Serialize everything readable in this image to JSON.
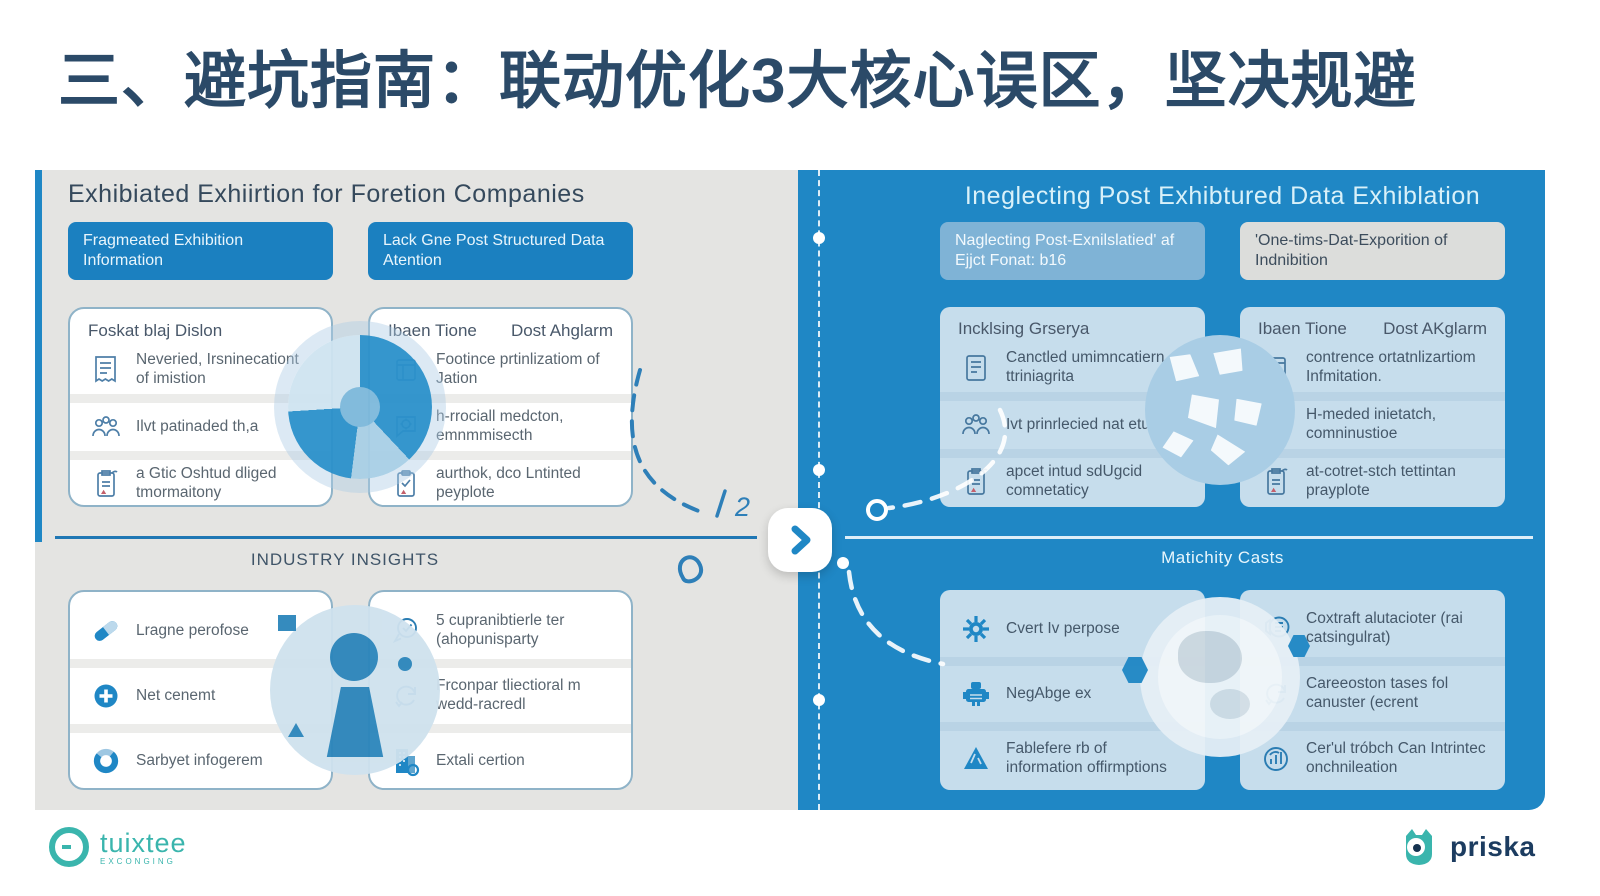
{
  "title": "三、避坑指南：联动优化3大核心误区，坚决规避",
  "colors": {
    "accent_blue": "#1f87c5",
    "panel_gray": "#e4e4e2",
    "title_navy": "#2b4a68",
    "logo_teal": "#3ab5ad",
    "logo_navy": "#1c3c60"
  },
  "left": {
    "heading": "Exhibiated Exhiirtion for Foretion Companies",
    "box1": "Fragmeated Exhibition Information",
    "box2": "Lack Gne Post Structured Data Atention",
    "divider": "INDUSTRY INSIGHTS",
    "cardA": {
      "title": "Foskat blaj Dislon",
      "items": [
        {
          "icon": "receipt-icon",
          "text": "Neveried, Irsninecationt of imistion"
        },
        {
          "icon": "group-icon",
          "text": "Ilvt patinaded th,a"
        },
        {
          "icon": "clipboard-warning-icon",
          "text": "a Gtic Oshtud dliged tmormaitony"
        }
      ]
    },
    "cardB": {
      "title_left": "Ibaen Tione",
      "title_right": "Dost Ahglarm",
      "items": [
        {
          "icon": "frame-icon",
          "text": "Footince prtinlizatiom of Jation"
        },
        {
          "icon": "chat-settings-icon",
          "text": "h-rrociall medcton, emnmmisecth"
        },
        {
          "icon": "clipboard-check-icon",
          "text": "aurthok, dco Lntinted peyplote"
        }
      ]
    },
    "cardC": {
      "items": [
        {
          "icon": "pill-icon",
          "text": "Lragne perofose"
        },
        {
          "icon": "plus-circle-icon",
          "text": "Net cenemt"
        },
        {
          "icon": "donut-chart-icon",
          "text": "Sarbyet infogerem"
        }
      ]
    },
    "cardD": {
      "items": [
        {
          "icon": "check-badge-icon",
          "text": "5 cupranibtierle ter (ahopunisparty"
        },
        {
          "icon": "refresh-icon",
          "text": "Frconpar tliectioral m wedd-racredl"
        },
        {
          "icon": "building-search-icon",
          "text": "Extali certion"
        }
      ]
    }
  },
  "right": {
    "heading": "Ineglecting Post Exhibtured Data Exhiblation",
    "box1": "Naglecting Post-Exnilslatied' af Ejjct Fonat: b16",
    "box2": "'One-tims-Dat-Exporition of Indnibition",
    "divider": "Matichity Casts",
    "cardE": {
      "title": "Incklsing Grserya",
      "items": [
        {
          "icon": "receipt-icon",
          "text": "Canctled umimncatiern ttriniagrita"
        },
        {
          "icon": "group-icon",
          "text": "Ivt prinrlecied nat eturecty"
        },
        {
          "icon": "clipboard-warning-icon",
          "text": "apcet intud sdUgcid comnetaticy"
        }
      ]
    },
    "cardF": {
      "title_left": "Ibaen Tione",
      "title_right": "Dost AKglarm",
      "items": [
        {
          "icon": "frame-icon",
          "text": "contrence ortatnlizartiom Infmitation."
        },
        {
          "icon": "chat-settings-icon",
          "text": "H-meded inietatch, comninustioe"
        },
        {
          "icon": "clipboard-warning-icon",
          "text": "at-cotret-stch tettintan prayplote"
        }
      ]
    },
    "cardG": {
      "items": [
        {
          "icon": "gear-icon",
          "text": "Cvert Iv perpose"
        },
        {
          "icon": "robot-icon",
          "text": "NegAbge ex"
        },
        {
          "icon": "mountain-icon",
          "text": "Fablefere rb of information offirmptions"
        }
      ]
    },
    "cardH": {
      "items": [
        {
          "icon": "megaphone-list-icon",
          "text": "Coxtraft alutacioter (rai catsingulrat)"
        },
        {
          "icon": "refresh-icon",
          "text": "Careeoston tases fol canuster (ecrent"
        },
        {
          "icon": "chart-circle-icon",
          "text": "Cer'ul tróbch Can Intrintec onchnileation"
        }
      ]
    }
  },
  "center": {
    "chevron": "❯",
    "annotation": "2"
  },
  "footer": {
    "left_logo": "tuixtee",
    "left_tagline": "EXCONGING",
    "right_logo": "priska"
  }
}
